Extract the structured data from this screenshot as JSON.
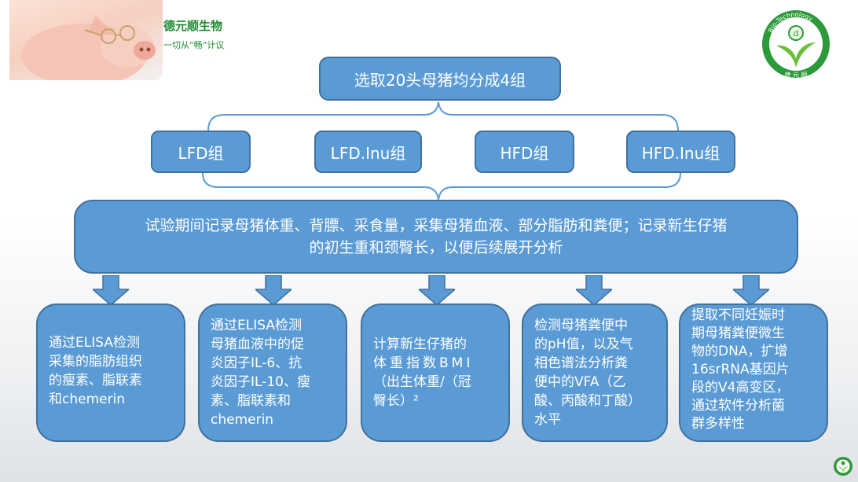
{
  "header": {
    "brand_name": "德元顺生物",
    "slogan": "一切从“畅”计议",
    "logo_ring_text": "Bio-Technology",
    "logo_bottom_text": "德 元 顺"
  },
  "diagram": {
    "root": "选取20头母猪均分成4组",
    "groups": [
      "LFD组",
      "LFD.Inu组",
      "HFD组",
      "HFD.Inu组"
    ],
    "record": {
      "line1": "试验期间记录母猪体重、背膘、采食量，采集母猪血液、部分脂肪和粪便；记录新生仔猪",
      "line2": "的初生重和颈臀长，以便后续展开分析"
    },
    "analyses": [
      {
        "lines": [
          "通过ELISA检测",
          "采集的脂肪组织",
          "的瘦素、脂联素",
          "和chemerin"
        ]
      },
      {
        "lines": [
          "通过ELISA检测",
          "母猪血液中的促",
          "炎因子IL-6、抗",
          "炎因子IL-10、瘦",
          "素、脂联素和",
          "chemerin"
        ]
      },
      {
        "lines": [
          "计算新生仔猪的",
          "体重指数BMI",
          "（出生体重/（冠",
          "臀长）²"
        ]
      },
      {
        "lines": [
          "检测母猪粪便中",
          "的pH值，以及气",
          "相色谱法分析粪",
          "便中的VFA（乙",
          "酸、丙酸和丁酸）",
          "水平"
        ]
      },
      {
        "lines": [
          "提取不同妊娠时",
          "期母猪粪便微生",
          "物的DNA，扩增",
          "16srRNA基因片",
          "段的V4高变区，",
          "通过软件分析菌",
          "群多样性"
        ]
      }
    ]
  },
  "colors": {
    "box_fill": "#5b9bd5",
    "box_border": "#41719c",
    "connector": "#5b9bd5",
    "brand_green": "#1d8a2d"
  }
}
